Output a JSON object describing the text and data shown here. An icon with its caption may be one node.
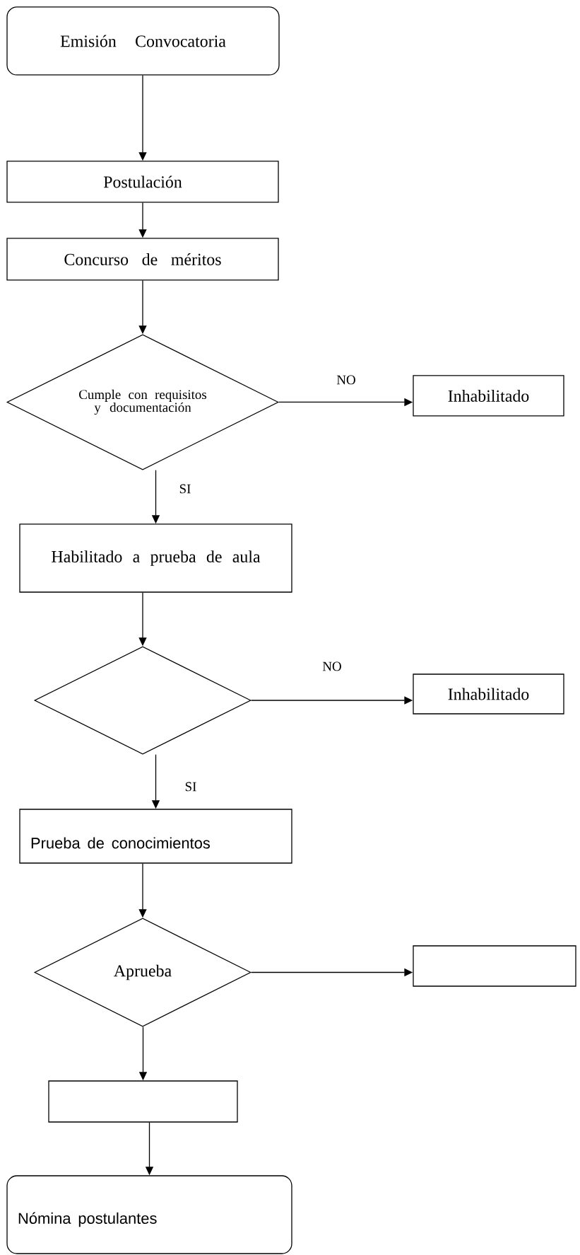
{
  "diagram": {
    "nodes": [
      {
        "text": [
          "Emisión Convocatoria"
        ]
      },
      {
        "text": [
          "Postulación"
        ]
      },
      {
        "text": [
          "Concurso de méritos"
        ]
      },
      {
        "text": [
          "Cumple con requisitos y documentación"
        ]
      },
      {
        "text": [
          "Inhabilitado"
        ]
      },
      {
        "text": [
          "Habilitado a prueba de aula"
        ]
      },
      {
        "text": [],
        "shape": "diamond"
      },
      {
        "text": [
          "Inhabilitado"
        ]
      },
      {
        "text": [
          "Prueba de conocimientos"
        ]
      },
      {
        "text": [
          "Aprueba"
        ]
      },
      {
        "text": [],
        "shape": "box"
      },
      {
        "text": [],
        "shape": "box"
      },
      {
        "text": [
          "Nómina postulantes"
        ]
      }
    ],
    "edges": [
      {
        "from": 0,
        "to": 1,
        "arrow": "to"
      },
      {
        "from": 1,
        "to": 2,
        "arrow": "to"
      },
      {
        "from": 2,
        "to": 3,
        "arrow": "to"
      },
      {
        "from": 3,
        "to": 4,
        "arrow": "to",
        "label": "NO"
      },
      {
        "from": 3,
        "to": 5,
        "arrow": "to",
        "label": "SI"
      },
      {
        "from": 5,
        "to": 6,
        "arrow": "to"
      },
      {
        "from": 6,
        "to": 7,
        "arrow": "to",
        "label": "NO"
      },
      {
        "from": 6,
        "to": 8,
        "arrow": "to",
        "label": "SI"
      },
      {
        "from": 8,
        "to": 9,
        "arrow": "to"
      },
      {
        "from": 9,
        "to": 10,
        "arrow": "to"
      },
      {
        "from": 9,
        "to": 11,
        "arrow": "to"
      },
      {
        "from": 11,
        "to": 12,
        "arrow": "to"
      }
    ]
  }
}
